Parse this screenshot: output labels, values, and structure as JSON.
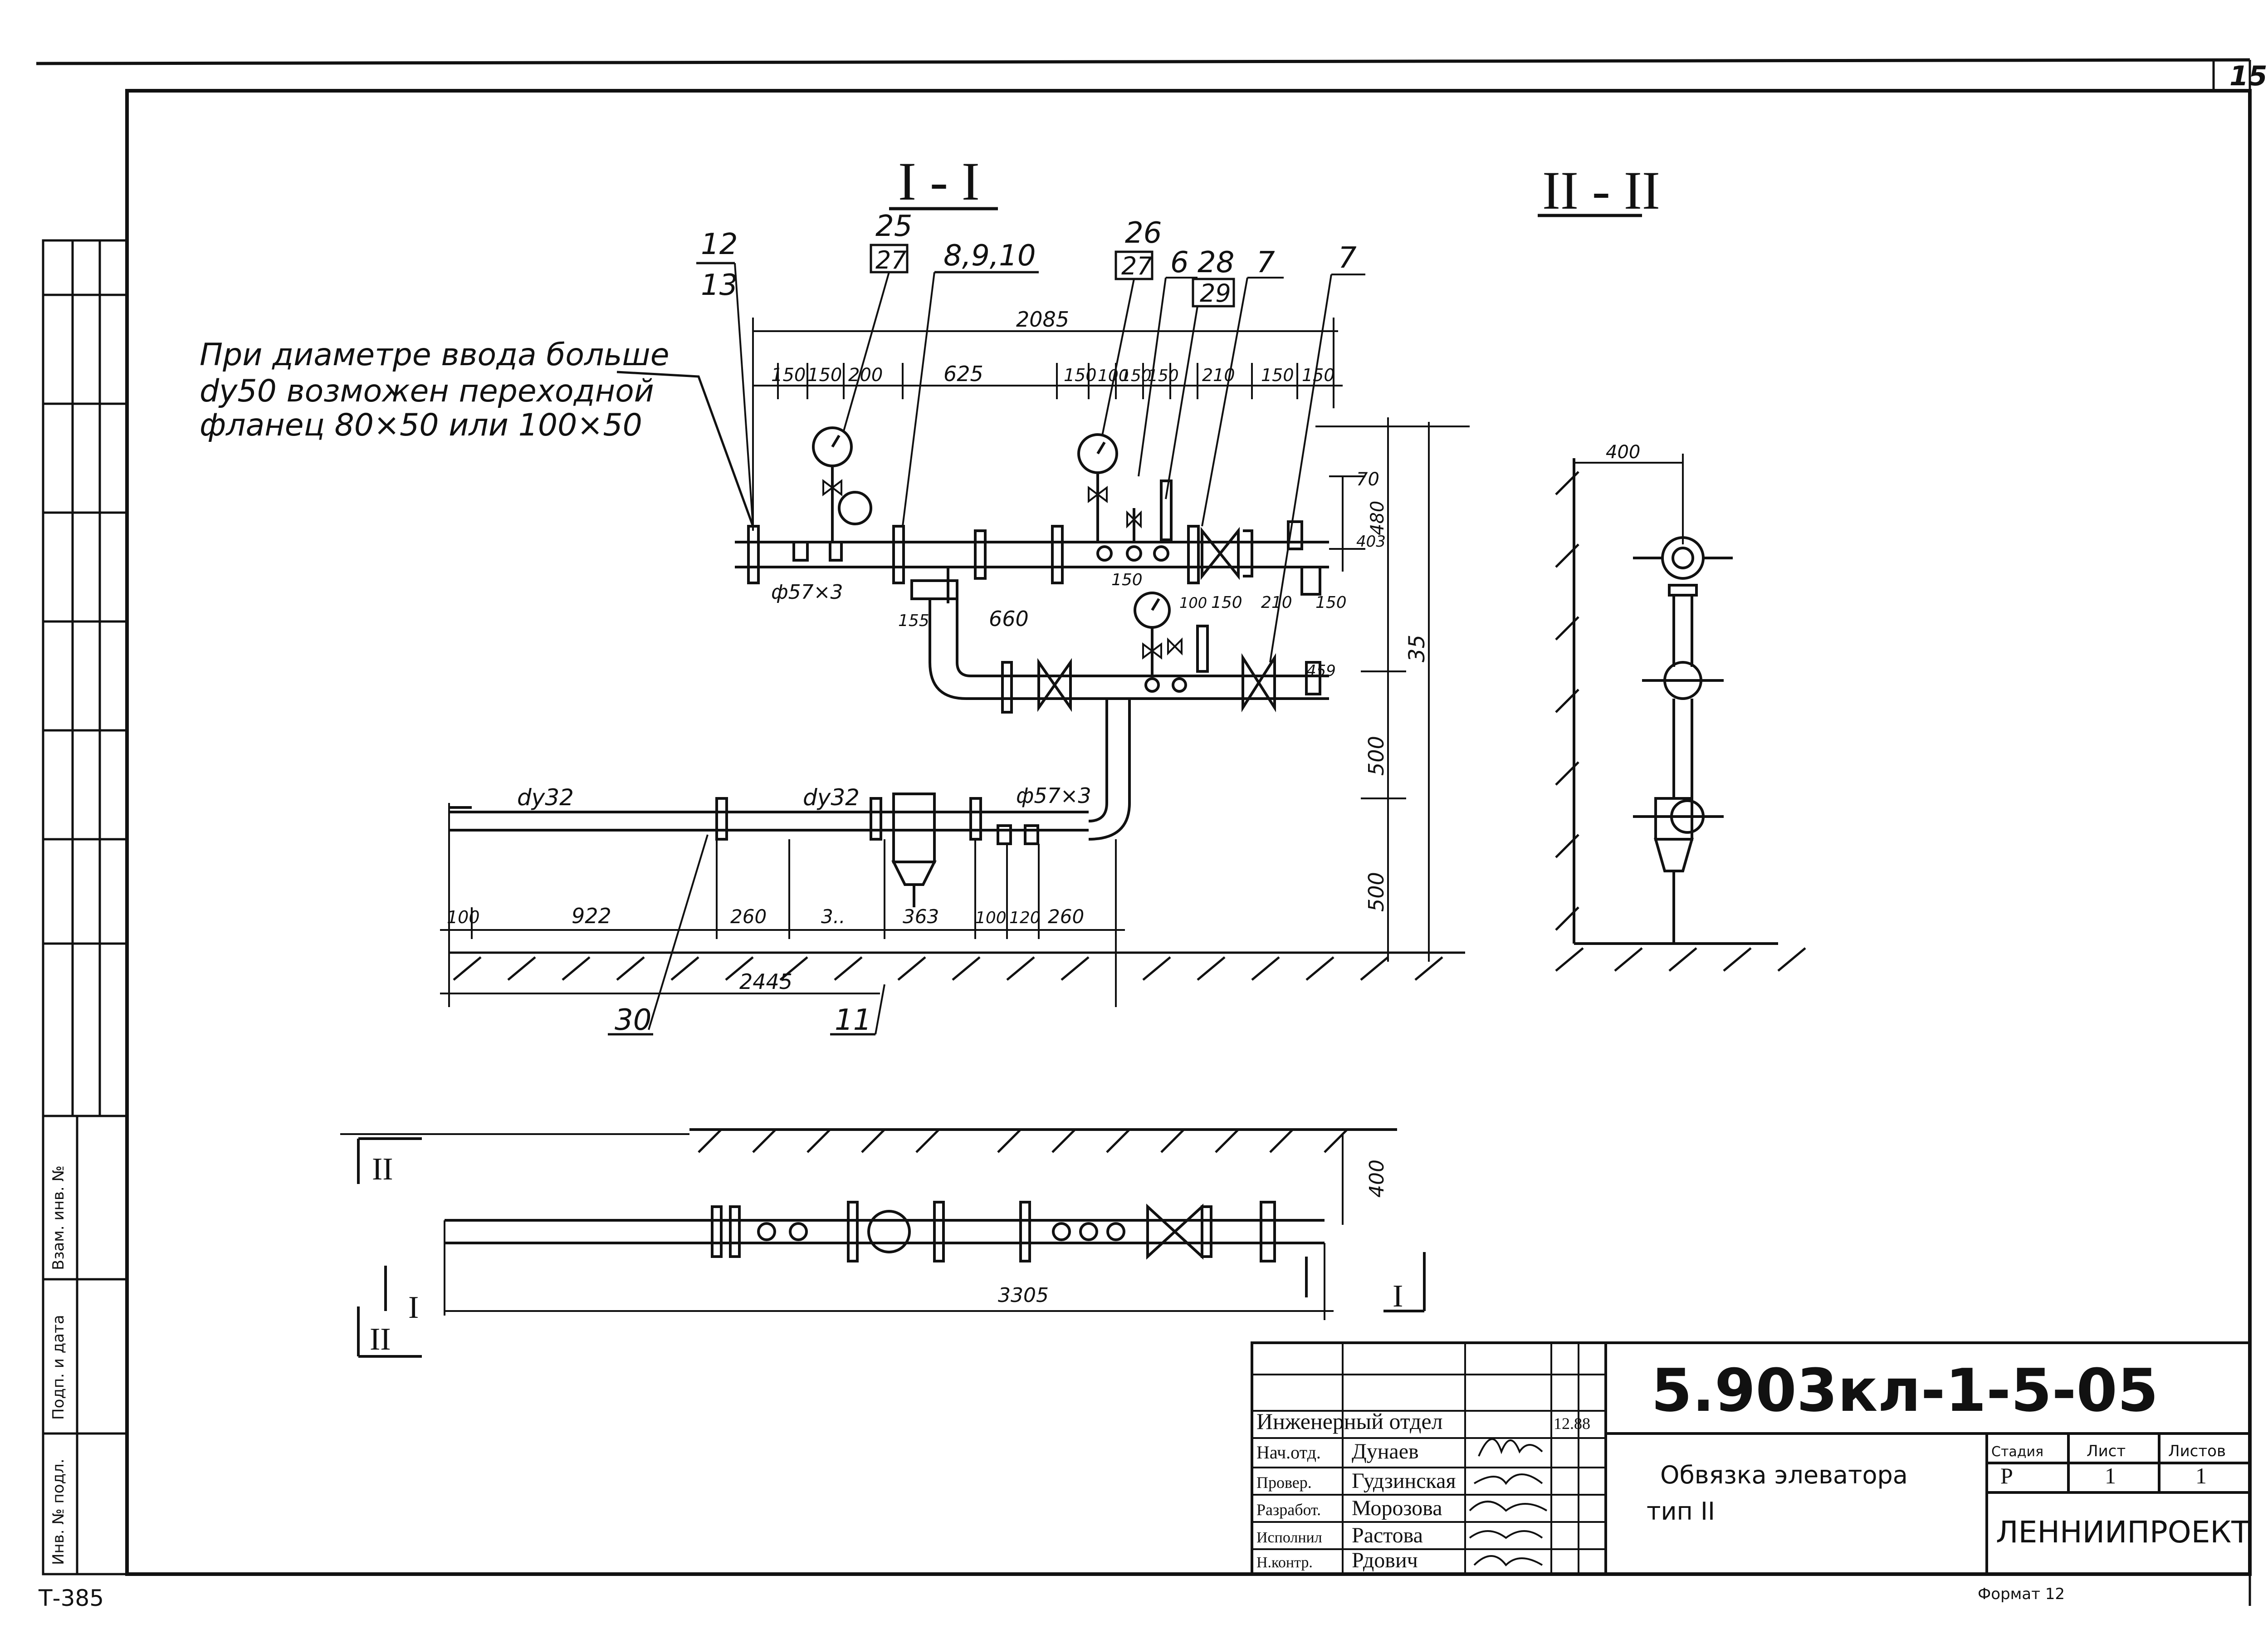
{
  "page_number": "15",
  "sections": {
    "section1": "I - I",
    "section2": "II - II"
  },
  "note": {
    "line1": "При диаметре ввода больше",
    "line2": "dy50 возможен переходной",
    "line3": "фланец  80×50 или  100×50"
  },
  "callouts": {
    "c12": "12",
    "c13": "13",
    "c25": "25",
    "c27a": "27",
    "c8910": "8,9,10",
    "c26": "26",
    "c27b": "27",
    "c6": "6",
    "c28": "28",
    "c29": "29",
    "c7a": "7",
    "c7b": "7",
    "c30": "30",
    "c11": "11"
  },
  "dimensions": {
    "d2085": "2085",
    "d150a": "150",
    "d150b": "150",
    "d200": "200",
    "d625": "625",
    "d150c": "150",
    "d100a": "100",
    "d150d": "150",
    "d150e": "150",
    "d210a": "210",
    "d150f": "150",
    "d150g": "150",
    "d70": "70",
    "d480": "480",
    "d403": "403",
    "d150h": "150",
    "d150i": "150",
    "d210b": "210",
    "d150j": "150",
    "d100b": "100",
    "d155": "155",
    "d660": "660",
    "d459": "459",
    "d35": "35",
    "d500a": "500",
    "d500b": "500",
    "phi57a": "ф57×3",
    "phi57b": "ф57×3",
    "dy32a": "dy32",
    "dy32b": "dy32",
    "d100c": "100",
    "d922": "922",
    "d260a": "260",
    "d3x": "3..",
    "d363": "363",
    "d100d": "100",
    "d120": "120",
    "d260b": "260",
    "d2445": "2445",
    "d400a": "400",
    "d400b": "400",
    "d3305": "3305"
  },
  "plan_markers": {
    "m2a": "II",
    "m2b": "II",
    "m1a": "I",
    "m1b": "I"
  },
  "left_strip": {
    "inv": "Взам. инв. №",
    "sign": "Подп. и дата",
    "inv_orig": "Инв. № подл."
  },
  "title_block": {
    "code": "5.903кл-1-5-05",
    "row_dept": "Инженерный отдел",
    "roles": [
      "Нач.отд.",
      "Провер.",
      "Разработ.",
      "Исполнил",
      "Н.контр."
    ],
    "names": [
      "Дунаев",
      "Гудзинская",
      "Морозова",
      "Растова",
      "Рдович"
    ],
    "date": "12.88",
    "title_line1": "Обвязка элеватора",
    "title_line2": "тип II",
    "stage_label": "Стадия",
    "sheet_label": "Лист",
    "sheets_label": "Листов",
    "stage": "Р",
    "sheet": "1",
    "sheets": "1",
    "org": "ЛЕННИИПРОЕКТ"
  },
  "footer": {
    "format": "Формат 12",
    "stamp": "Т-385"
  }
}
